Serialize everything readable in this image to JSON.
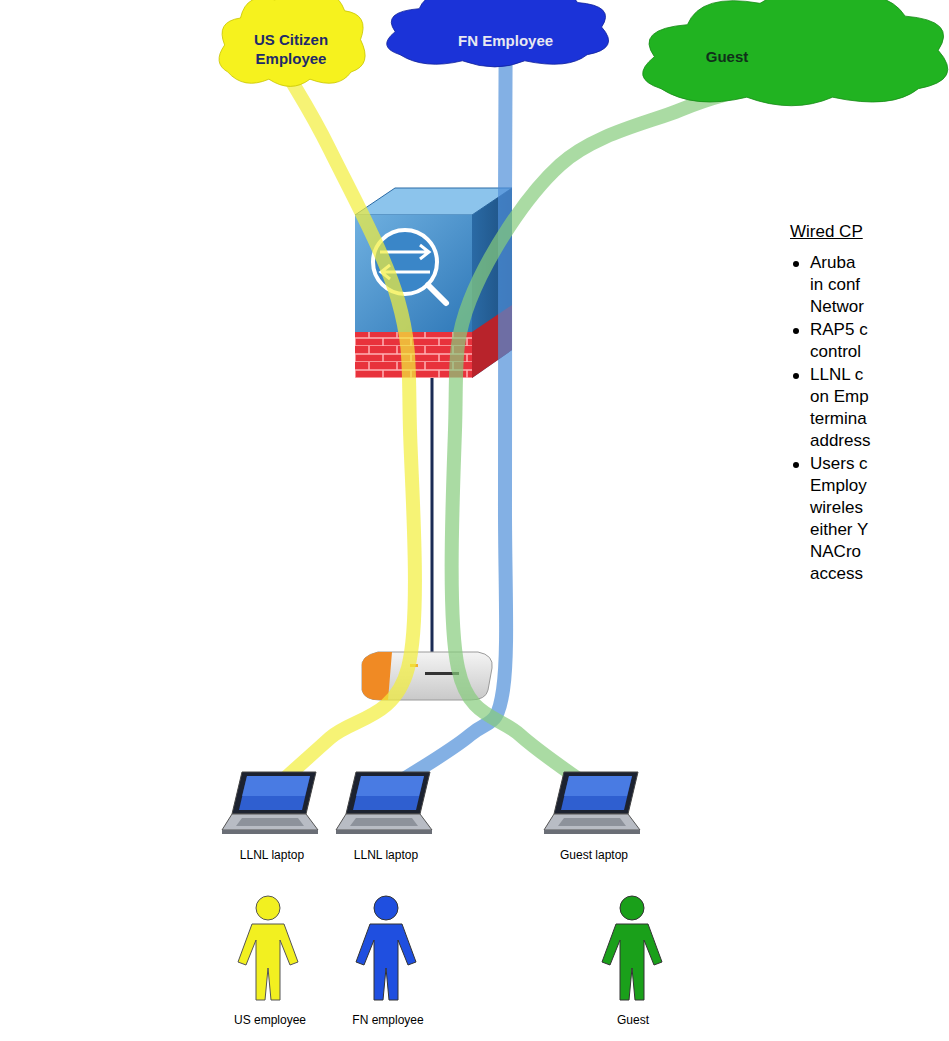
{
  "diagram": {
    "nodes": [
      {
        "text": [
          "US Citizen Employee"
        ]
      },
      {
        "text": [
          "FN Employee"
        ]
      },
      {
        "text": [
          "Guest"
        ]
      },
      {
        "text": [
          "LLNL laptop"
        ]
      },
      {
        "text": [
          "LLNL laptop"
        ]
      },
      {
        "text": [
          "Guest laptop"
        ]
      }
    ],
    "edges": [
      {
        "from": 3,
        "to": 0,
        "arrow": "none"
      },
      {
        "from": 4,
        "to": 1,
        "arrow": "none"
      },
      {
        "from": 5,
        "to": 2,
        "arrow": "none"
      }
    ],
    "labels": [
      "Wired CP",
      "Aruba",
      "in conf",
      "Networ",
      "RAP5 c",
      "control",
      "LLNL c",
      "on Emp",
      "termina",
      "address",
      "Users c",
      "Employ",
      "wireles",
      "either Y",
      "NACro",
      "access",
      "US employee",
      "FN employee",
      "Guest"
    ]
  }
}
